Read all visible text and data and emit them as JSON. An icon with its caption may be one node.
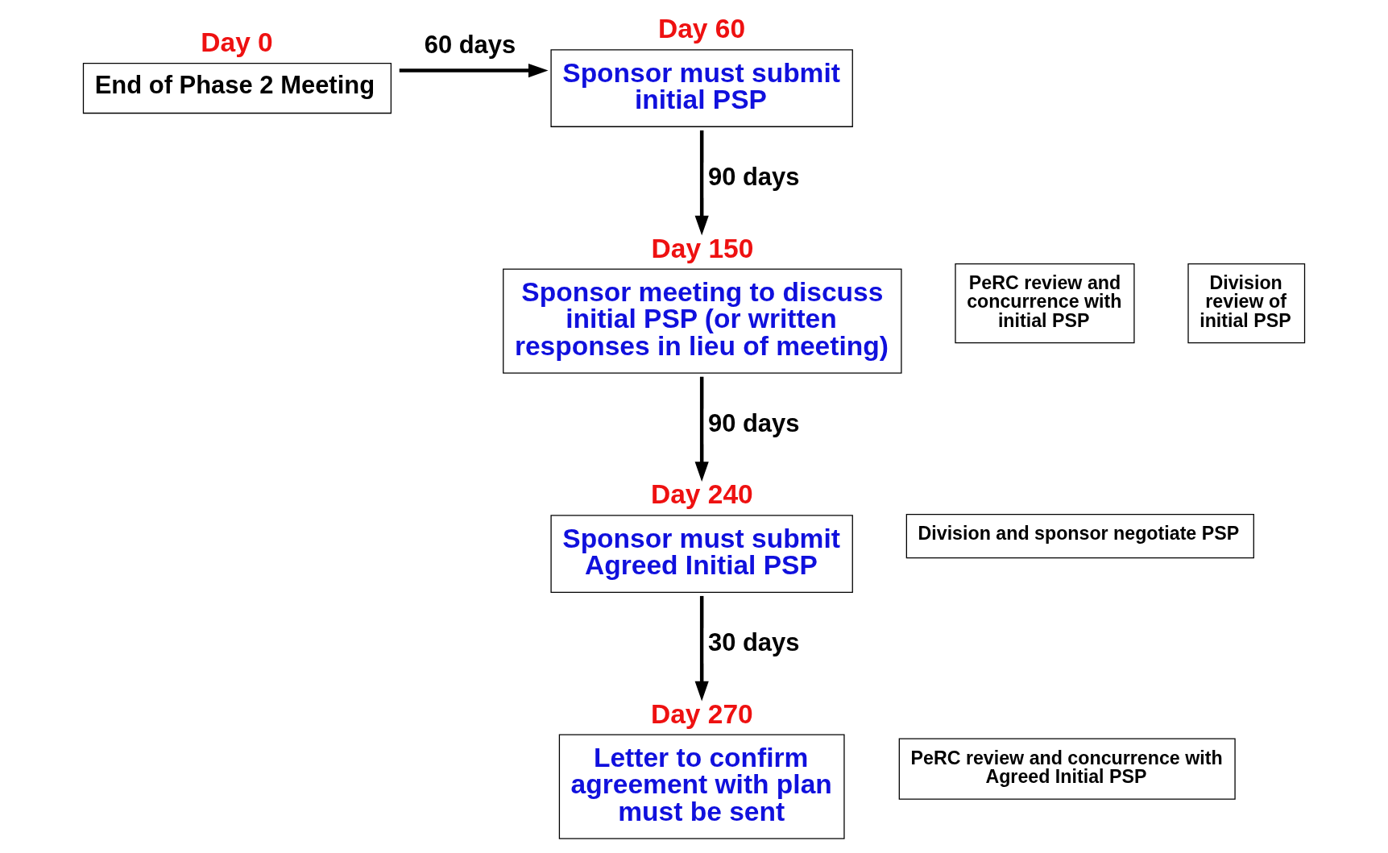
{
  "diagram": {
    "nodes": [
      {
        "text": [
          "Day 0",
          "End of Phase 2 Meeting"
        ]
      },
      {
        "text": [
          "Day 60",
          "Sponsor must submit initial PSP"
        ]
      },
      {
        "text": [
          "Day 150",
          "Sponsor meeting to discuss initial PSP (or written responses in lieu of meeting)"
        ]
      },
      {
        "text": [
          "PeRC review and concurrence with initial PSP"
        ]
      },
      {
        "text": [
          "Division review of initial PSP"
        ]
      },
      {
        "text": [
          "Day 240",
          "Sponsor must submit Agreed Initial PSP"
        ]
      },
      {
        "text": [
          "Division and sponsor negotiate PSP"
        ]
      },
      {
        "text": [
          "Day 270",
          "Letter to confirm agreement with plan must be sent"
        ]
      },
      {
        "text": [
          "PeRC review and concurrence with Agreed Initial PSP"
        ]
      }
    ],
    "edges": [
      {
        "from": 0,
        "to": 1,
        "arrow": "to",
        "label": "60 days"
      },
      {
        "from": 1,
        "to": 2,
        "arrow": "to",
        "label": "90 days"
      },
      {
        "from": 2,
        "to": 5,
        "arrow": "to",
        "label": "90 days"
      },
      {
        "from": 5,
        "to": 7,
        "arrow": "to",
        "label": "30 days"
      }
    ]
  }
}
